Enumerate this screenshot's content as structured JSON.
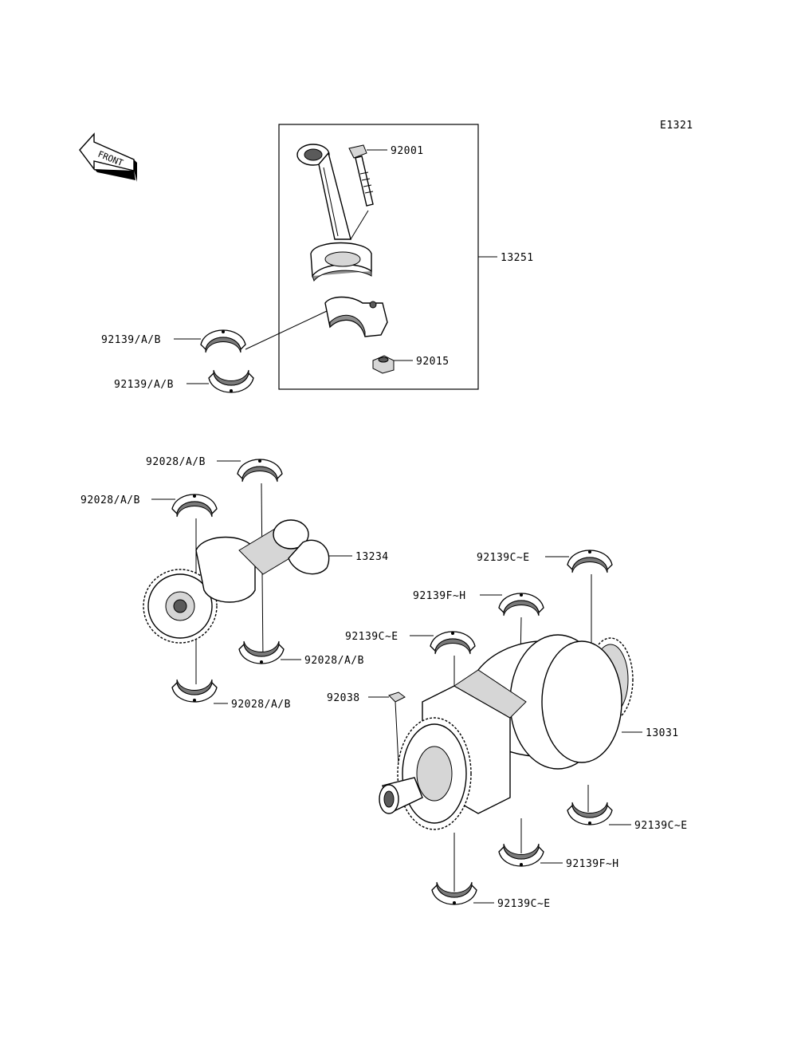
{
  "diagram": {
    "code": "E1321",
    "front_label": "FRONT",
    "parts": {
      "bolt": "92001",
      "conrod_assy": "13251",
      "nut": "92015",
      "conrod_bearing_upper": "92139/A/B",
      "conrod_bearing_lower": "92139/A/B",
      "balancer_bearing_1": "92028/A/B",
      "balancer_bearing_2": "92028/A/B",
      "balancer_bearing_3": "92028/A/B",
      "balancer_bearing_4": "92028/A/B",
      "balancer_shaft": "13234",
      "crank_bearing_1": "92139C~E",
      "crank_bearing_2": "92139F~H",
      "crank_bearing_3": "92139C~E",
      "key": "92038",
      "crankshaft": "13031",
      "crank_bearing_4": "92139C~E",
      "crank_bearing_5": "92139F~H",
      "crank_bearing_6": "92139C~E"
    }
  }
}
